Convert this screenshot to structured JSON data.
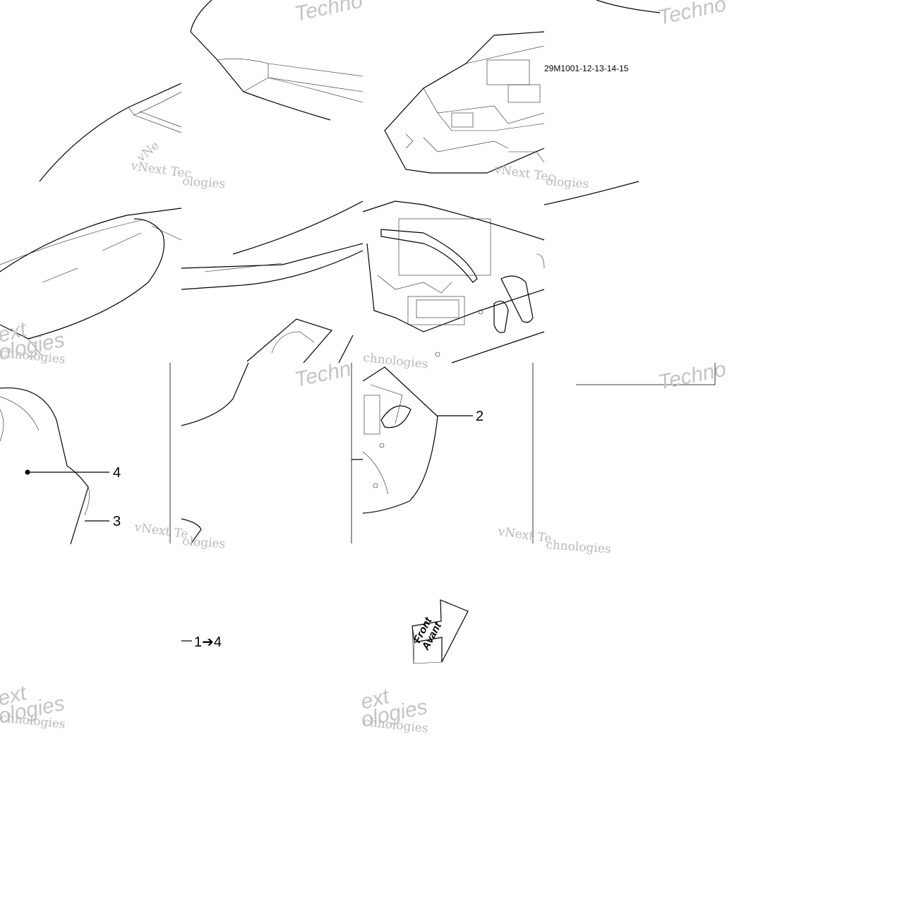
{
  "diagram": {
    "drawing_code": "29M1001-12-13-14-15",
    "callouts": [
      "2",
      "3",
      "4"
    ],
    "range_label": "1➔4",
    "direction_arrow": {
      "line1": "Front",
      "line2": "Avant"
    },
    "watermarks": [
      "vNext Technologies",
      "Technologies",
      "vNext",
      "vNe",
      "ext",
      "chnologies",
      "ologies",
      "Techn",
      "Techno"
    ]
  }
}
